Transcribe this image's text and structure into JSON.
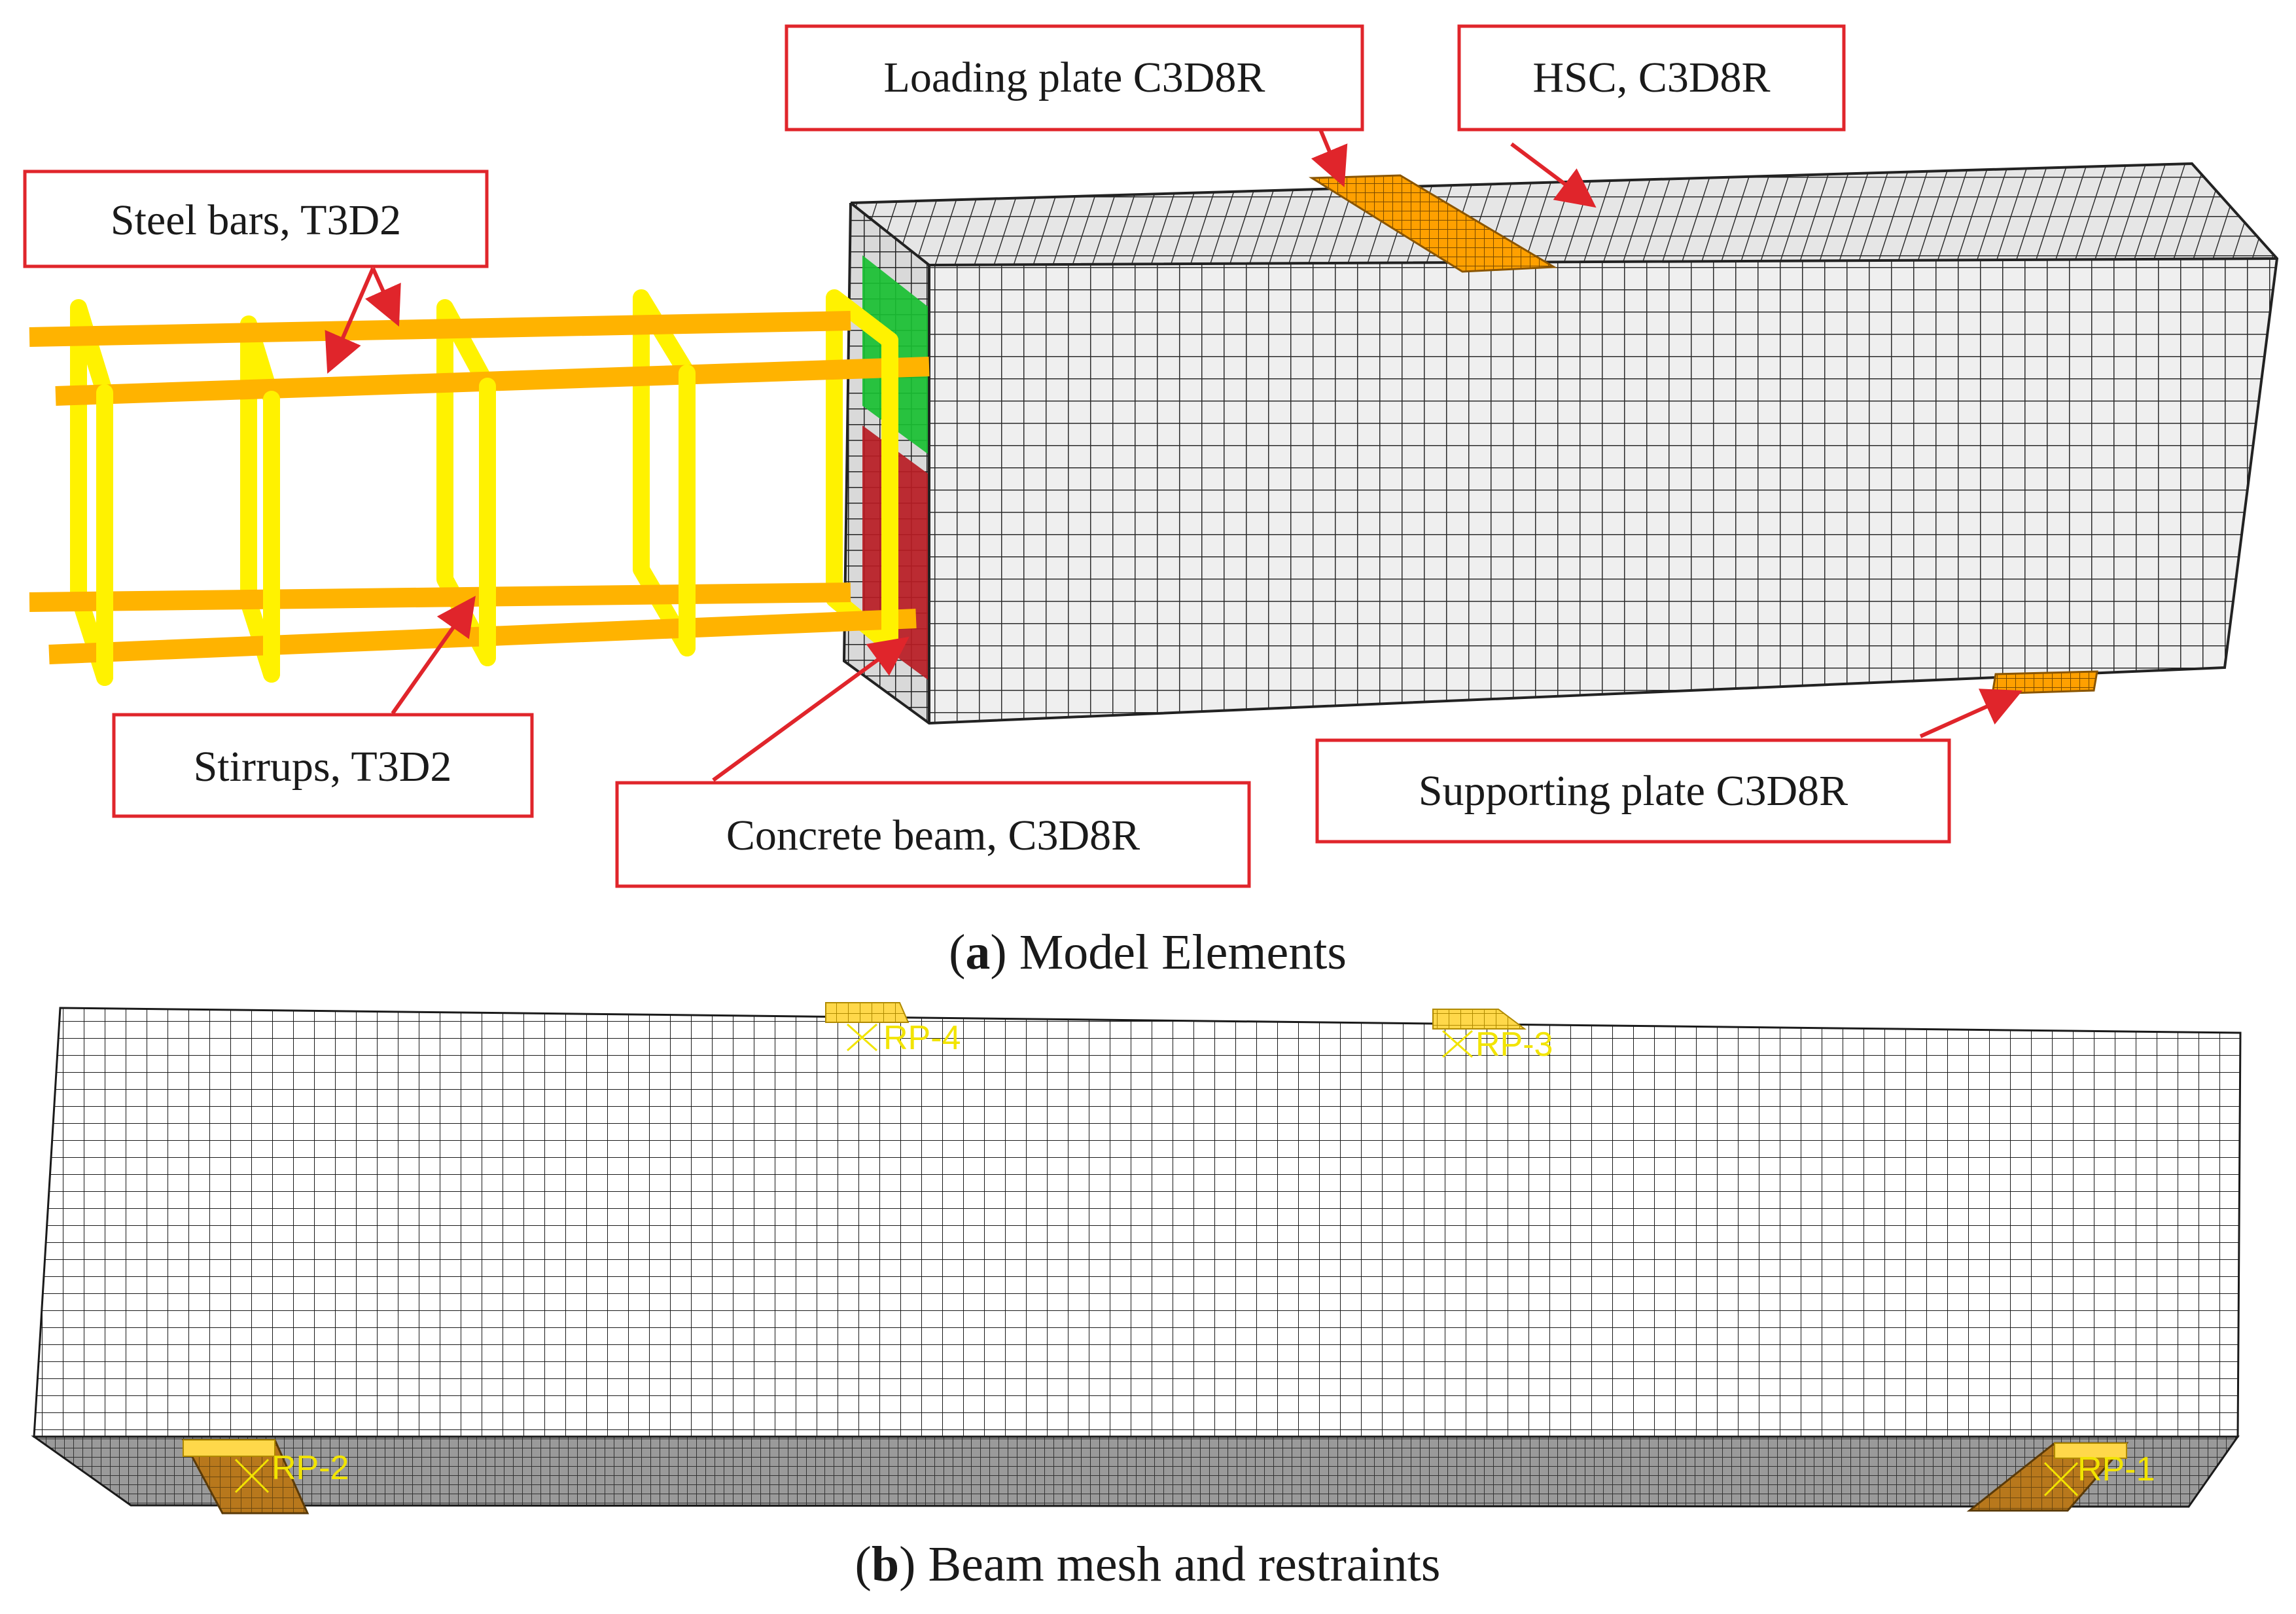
{
  "panel_a": {
    "callouts": {
      "steel_bars": "Steel bars, T3D2",
      "stirrups": "Stirrups, T3D2",
      "concrete_beam": "Concrete beam, C3D8R",
      "loading_plate": "Loading plate C3D8R",
      "hsc": "HSC, C3D8R",
      "supporting_plate": "Supporting plate C3D8R"
    },
    "caption": {
      "letter": "a",
      "text": "Model Elements"
    }
  },
  "panel_b": {
    "reference_points": [
      "RP-1",
      "RP-2",
      "RP-3",
      "RP-4"
    ],
    "caption": {
      "letter": "b",
      "text": "Beam mesh and restraints"
    }
  },
  "colors": {
    "callout_border": "#e0252b",
    "arrow": "#e0252b",
    "rebar": "#ffb300",
    "stirrup": "#fff200",
    "plate": "#ffa000",
    "mesh_face": "#efefef",
    "mesh_line": "#2b2b2b",
    "section_green": "#19c032",
    "section_red": "#b81c24",
    "rp_label": "#f2e400"
  }
}
